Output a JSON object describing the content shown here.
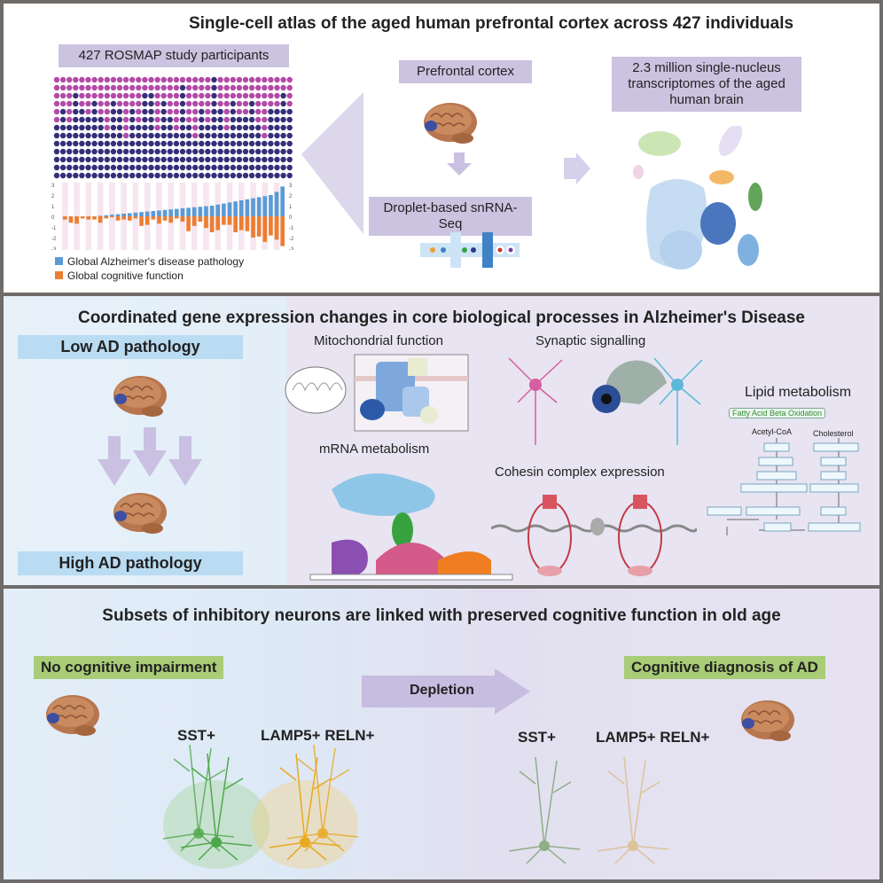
{
  "panel1": {
    "title": "Single-cell atlas of the aged human prefrontal cortex across 427 individuals",
    "participants_label": "427 ROSMAP study participants",
    "prefrontal_label": "Prefrontal cortex",
    "seq_label": "Droplet-based snRNA-Seq",
    "atlas_label": "2.3 million single-nucleus transcriptomes of the aged human brain",
    "legend": [
      {
        "label": "Global Alzheimer's disease pathology",
        "color": "#5b9bd5"
      },
      {
        "label": "Global cognitive function",
        "color": "#ed7d31"
      }
    ]
  },
  "chart_data": {
    "type": "bar",
    "ylim": [
      -3,
      3
    ],
    "yticks": [
      "3",
      "2",
      "1",
      "0",
      "-1",
      "-2",
      "-3"
    ],
    "series": [
      {
        "name": "Global Alzheimer's disease pathology",
        "color": "#5b9bd5",
        "values": [
          0,
          0,
          0,
          0,
          0,
          0,
          0.05,
          0.1,
          0.15,
          0.2,
          0.25,
          0.3,
          0.35,
          0.4,
          0.45,
          0.5,
          0.55,
          0.6,
          0.65,
          0.7,
          0.75,
          0.8,
          0.85,
          0.9,
          0.95,
          1.0,
          1.1,
          1.2,
          1.3,
          1.4,
          1.5,
          1.6,
          1.7,
          1.8,
          1.9,
          2.0,
          2.3,
          2.8
        ]
      },
      {
        "name": "Global cognitive function",
        "color": "#ed7d31",
        "values": [
          -0.3,
          -0.6,
          -0.7,
          -0.2,
          -0.3,
          -0.3,
          -0.6,
          -0.2,
          -0.1,
          -0.4,
          -0.3,
          -0.4,
          -0.2,
          -0.9,
          -0.8,
          -0.3,
          -0.7,
          -0.4,
          -0.6,
          -0.2,
          -0.5,
          -1.4,
          -0.9,
          -0.5,
          -1.1,
          -1.5,
          -1.3,
          -0.8,
          -0.8,
          -1.5,
          -1.3,
          -1.4,
          -2.0,
          -1.9,
          -2.4,
          -1.8,
          -2.2,
          -2.8
        ]
      }
    ]
  },
  "panel2": {
    "title": "Coordinated gene expression changes in core biological processes in Alzheimer's Disease",
    "low": "Low AD pathology",
    "high": "High AD pathology",
    "mito": "Mitochondrial function",
    "synaptic": "Synaptic signalling",
    "mrna": "mRNA metabolism",
    "cohesin": "Cohesin complex expression",
    "lipid": "Lipid metabolism",
    "fatty": "Fatty Acid Beta Oxidation",
    "acetyl": "Acetyl-CoA",
    "cholesterol": "Cholesterol"
  },
  "panel3": {
    "title": "Subsets of inhibitory neurons are linked with preserved cognitive function in old age",
    "no_ci": "No cognitive impairment",
    "ad": "Cognitive diagnosis of AD",
    "depletion": "Depletion",
    "sst": "SST+",
    "lamp": "LAMP5+ RELN+"
  }
}
